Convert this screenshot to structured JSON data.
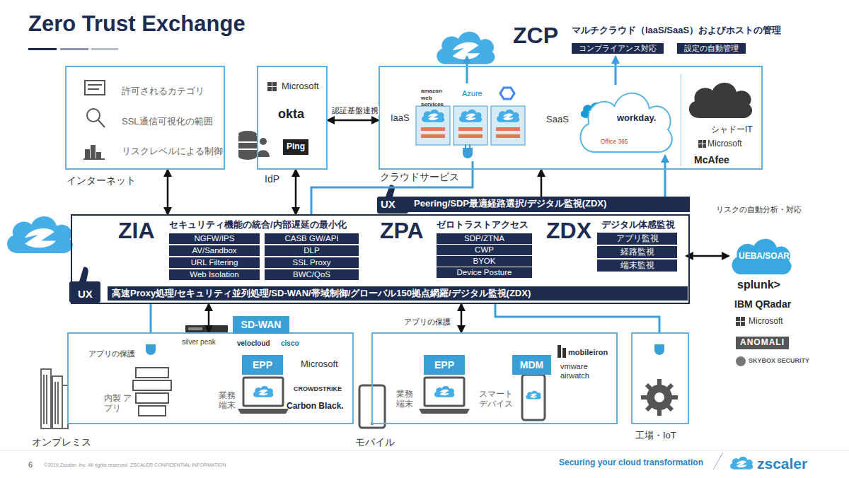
{
  "diagram": {
    "title": "Zero Trust Exchange",
    "nodes": [
      {
        "text": [
          "許可されるカテゴリ",
          "SSL通信可視化の範囲",
          "リスクレベルによる制御",
          "インターネット"
        ]
      },
      {
        "text": [
          "Microsoft",
          "okta",
          "Ping",
          "IdP"
        ]
      },
      {
        "text": [
          "クラウドサービス"
        ]
      },
      {
        "text": [
          "IaaS",
          "amazon web services",
          "Azure"
        ],
        "in": 2
      },
      {
        "text": [
          "SaaS",
          "salesforce",
          "workday.",
          "Office 365"
        ],
        "in": 2
      },
      {
        "text": [
          "シャドーIT",
          "Microsoft",
          "McAfee"
        ],
        "in": 2
      },
      {
        "text": [
          "ZCP",
          "マルチクラウド（IaaS/SaaS）およびホストの管理",
          "コンプライアンス対応",
          "設定の自動管理"
        ]
      },
      {
        "text": [
          "UX",
          "高速Proxy処理/セキュリティ並列処理/SD-WAN/帯域制御/グローバル150拠点網羅/デジタル監視(ZDX)"
        ]
      },
      {
        "text": [
          "ZIA",
          "セキュリティ機能の統合/内部遅延の最小化"
        ],
        "in": 7
      },
      {
        "text": [
          "NGFW/IPS"
        ],
        "in": 8
      },
      {
        "text": [
          "CASB GW/API"
        ],
        "in": 8
      },
      {
        "text": [
          "AV/Sandbox"
        ],
        "in": 8
      },
      {
        "text": [
          "DLP"
        ],
        "in": 8
      },
      {
        "text": [
          "URL Filtering"
        ],
        "in": 8
      },
      {
        "text": [
          "SSL Proxy"
        ],
        "in": 8
      },
      {
        "text": [
          "Web Isolation"
        ],
        "in": 8
      },
      {
        "text": [
          "BWC/QoS"
        ],
        "in": 8
      },
      {
        "text": [
          "ZPA",
          "ゼロトラストアクセス"
        ],
        "in": 7
      },
      {
        "text": [
          "SDP/ZTNA"
        ],
        "in": 17
      },
      {
        "text": [
          "CWP"
        ],
        "in": 17
      },
      {
        "text": [
          "BYOK"
        ],
        "in": 17
      },
      {
        "text": [
          "Device Posture"
        ],
        "in": 17
      },
      {
        "text": [
          "ZDX",
          "デジタル体感監視"
        ],
        "in": 7
      },
      {
        "text": [
          "アプリ監視"
        ],
        "in": 22
      },
      {
        "text": [
          "経路監視"
        ],
        "in": 22
      },
      {
        "text": [
          "端末監視"
        ],
        "in": 22
      },
      {
        "text": [
          "UX",
          "Peering/SDP最適経路選択/デジタル監視(ZDX)"
        ]
      },
      {
        "text": [
          "UEBA/SOAR"
        ]
      },
      {
        "text": [
          "アプリの保護",
          "silver peak",
          "velocloud",
          "cisco",
          "Microsoft",
          "内製 アプリ",
          "業務 端末",
          "CROWDSTRIKE",
          "Carbon Black.",
          "オンプレミス"
        ]
      },
      {
        "text": [
          "SD-WAN"
        ],
        "in": 28
      },
      {
        "text": [
          "EPP"
        ],
        "in": 28
      },
      {
        "text": [
          "mobileiron",
          "vmware airwatch",
          "業務 端末",
          "スマート デバイス",
          "モバイル"
        ]
      },
      {
        "text": [
          "EPP"
        ],
        "in": 31
      },
      {
        "text": [
          "MDM"
        ],
        "in": 31
      },
      {
        "text": [
          "工場・IoT"
        ]
      }
    ],
    "edges": [
      {
        "from": 0,
        "to": 7,
        "arrow": "both"
      },
      {
        "from": 1,
        "to": 7,
        "arrow": "both"
      },
      {
        "from": 1,
        "to": 2,
        "arrow": "both",
        "label": "認証基盤連携"
      },
      {
        "from": 3,
        "to": 6,
        "arrow": "to"
      },
      {
        "from": 4,
        "to": 6,
        "arrow": "to"
      },
      {
        "from": 26,
        "to": 2,
        "arrow": "to"
      },
      {
        "from": 26,
        "to": 4,
        "arrow": "to"
      },
      {
        "from": 7,
        "to": 3,
        "arrow": "none"
      },
      {
        "from": 22,
        "to": 27,
        "arrow": "both"
      },
      {
        "from": 7,
        "to": 28,
        "arrow": "both"
      },
      {
        "from": 7,
        "to": 31,
        "arrow": "both",
        "label": "アプリの保護"
      },
      {
        "from": 7,
        "to": 34,
        "arrow": "none"
      },
      {
        "from": 7,
        "to": 28,
        "arrow": "none"
      }
    ],
    "labels": [
      "リスクの自動分析・対応",
      "splunk>",
      "IBM QRadar",
      "Microsoft",
      "ANOMALI",
      "SKYBOX SECURITY",
      "6",
      "©2019 Zscaler, Inc. All rights reserved. ZSCALER CONFIDENTIAL INFORMATION",
      "Securing your cloud transformation",
      "zscaler"
    ]
  }
}
